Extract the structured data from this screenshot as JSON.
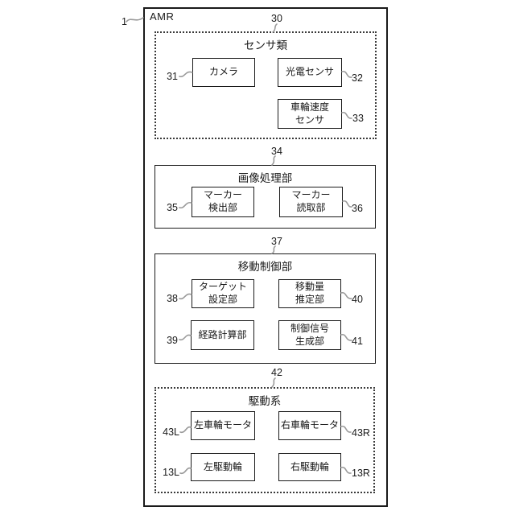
{
  "figure": {
    "outer": {
      "label": "AMR",
      "ref": "1"
    },
    "sections": [
      {
        "ref": "30",
        "title": "センサ類",
        "style": "dashed",
        "blocks": [
          {
            "ref": "31",
            "label": "カメラ",
            "ref_side": "left"
          },
          {
            "ref": "32",
            "label": "光電センサ",
            "ref_side": "right"
          },
          {
            "ref": "33",
            "label": "車輪速度\nセンサ",
            "ref_side": "right"
          }
        ]
      },
      {
        "ref": "34",
        "title": "画像処理部",
        "style": "solid",
        "blocks": [
          {
            "ref": "35",
            "label": "マーカー\n検出部",
            "ref_side": "left"
          },
          {
            "ref": "36",
            "label": "マーカー\n読取部",
            "ref_side": "right"
          }
        ]
      },
      {
        "ref": "37",
        "title": "移動制御部",
        "style": "solid",
        "blocks": [
          {
            "ref": "38",
            "label": "ターゲット\n設定部",
            "ref_side": "left"
          },
          {
            "ref": "40",
            "label": "移動量\n推定部",
            "ref_side": "right"
          },
          {
            "ref": "39",
            "label": "経路計算部",
            "ref_side": "left"
          },
          {
            "ref": "41",
            "label": "制御信号\n生成部",
            "ref_side": "right"
          }
        ]
      },
      {
        "ref": "42",
        "title": "駆動系",
        "style": "dashed",
        "blocks": [
          {
            "ref": "43L",
            "label": "左車輪モータ",
            "ref_side": "left"
          },
          {
            "ref": "43R",
            "label": "右車輪モータ",
            "ref_side": "right"
          },
          {
            "ref": "13L",
            "label": "左駆動輪",
            "ref_side": "left"
          },
          {
            "ref": "13R",
            "label": "右駆動輪",
            "ref_side": "right"
          }
        ]
      }
    ],
    "colors": {
      "background": "#ffffff",
      "line": "#1a1a1a",
      "leader": "#9a9a9a"
    }
  }
}
